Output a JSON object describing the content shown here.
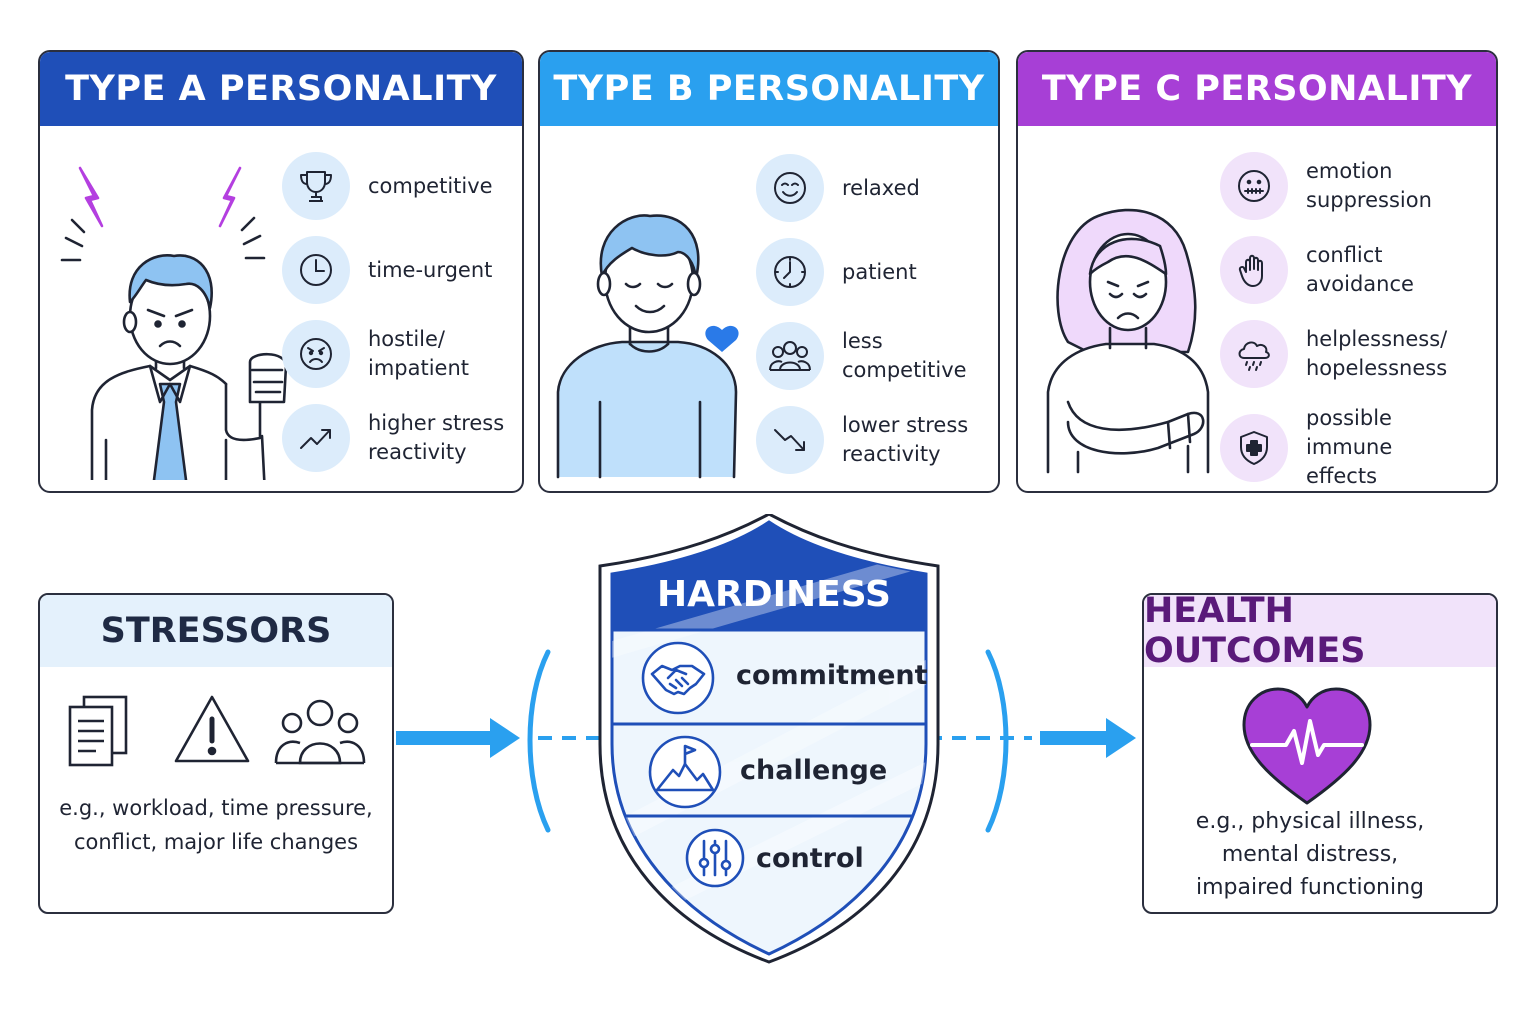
{
  "type_a": {
    "title": "TYPE A PERSONALITY",
    "accent": "#1f4fb8",
    "traits": [
      {
        "icon": "trophy-icon",
        "label": "competitive"
      },
      {
        "icon": "clock-icon",
        "label": "time-urgent"
      },
      {
        "icon": "angry-face-icon",
        "label": "hostile/\nimpatient"
      },
      {
        "icon": "trend-up-icon",
        "label": "higher stress\nreactivity"
      }
    ]
  },
  "type_b": {
    "title": "TYPE B PERSONALITY",
    "accent": "#2aa0ef",
    "traits": [
      {
        "icon": "smile-face-icon",
        "label": "relaxed"
      },
      {
        "icon": "clock-icon",
        "label": "patient"
      },
      {
        "icon": "group-icon",
        "label": "less\ncompetitive"
      },
      {
        "icon": "trend-down-icon",
        "label": "lower stress\nreactivity"
      }
    ]
  },
  "type_c": {
    "title": "TYPE C PERSONALITY",
    "accent": "#a73fd6",
    "traits": [
      {
        "icon": "zipped-mouth-icon",
        "label": "emotion\nsuppression"
      },
      {
        "icon": "raised-hand-icon",
        "label": "conflict\navoidance"
      },
      {
        "icon": "rain-cloud-icon",
        "label": "helplessness/\nhopelessness"
      },
      {
        "icon": "shield-plus-icon",
        "label": "possible\nimmune effects"
      }
    ]
  },
  "stressors": {
    "title": "STRESSORS",
    "icons": [
      "documents-icon",
      "warning-icon",
      "people-icon"
    ],
    "description": "e.g., workload, time pressure,\nconflict, major life changes"
  },
  "hardiness": {
    "title": "HARDINESS",
    "accent": "#1f4fb8",
    "items": [
      {
        "icon": "handshake-icon",
        "label": "commitment"
      },
      {
        "icon": "mountain-flag-icon",
        "label": "challenge"
      },
      {
        "icon": "sliders-icon",
        "label": "control"
      }
    ]
  },
  "health_outcomes": {
    "title": "HEALTH OUTCOMES",
    "icon": "heartbeat-icon",
    "accent": "#a73fd6",
    "description": "e.g., physical illness,\nmental distress,\nimpaired functioning"
  },
  "colors": {
    "arrow": "#2aa0ef",
    "light_blue": "#dcecfb",
    "light_purple": "#f1e3fa"
  }
}
